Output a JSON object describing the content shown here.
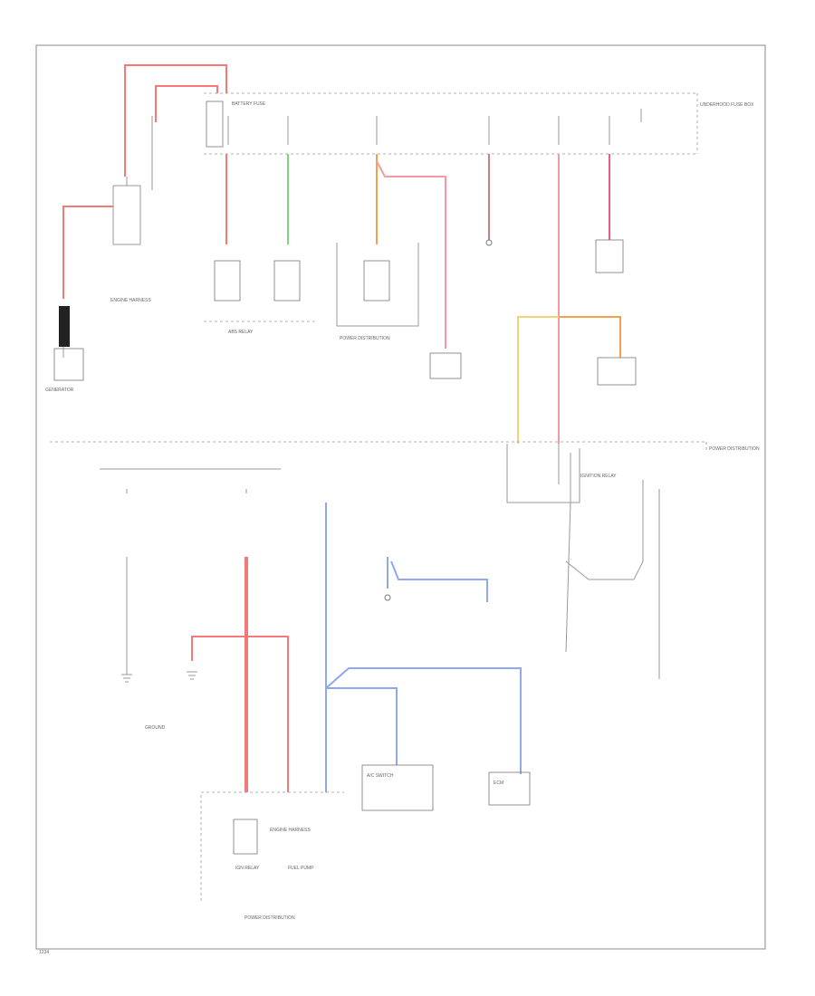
{
  "labels": {
    "generator": "GENERATOR",
    "engine_harness": "ENGINE HARNESS",
    "underhood_fuse_box": "UNDERHOOD FUSE BOX",
    "power_distribution": "POWER DISTRIBUTION",
    "power_distribution_2": "POWER DISTRIBUTION",
    "power_distribution_3": "POWER DISTRIBUTION",
    "battery_fuse": "BATTERY FUSE",
    "abs_relay": "ABS RELAY",
    "ignition_relay": "IGNITION RELAY",
    "engine_harness_bottom": "ENGINE HARNESS",
    "ground": "GROUND",
    "ign_relay": "IGN RELAY",
    "fuel_pump": "FUEL PUMP",
    "air_switch": "A/C SWITCH",
    "ecm": "ECM",
    "footer_code": "1234"
  },
  "icons": [
    "fuse-icon",
    "ground-icon",
    "relay-icon",
    "connector-icon"
  ],
  "colors": {
    "red": "#f47a7a",
    "pink": "#f59aa0",
    "magenta": "#ee5a8a",
    "green": "#7fd17f",
    "orange": "#f6a04e",
    "brown": "#c98080",
    "blue": "#8fa8f0",
    "yellow": "#f2d27a"
  }
}
